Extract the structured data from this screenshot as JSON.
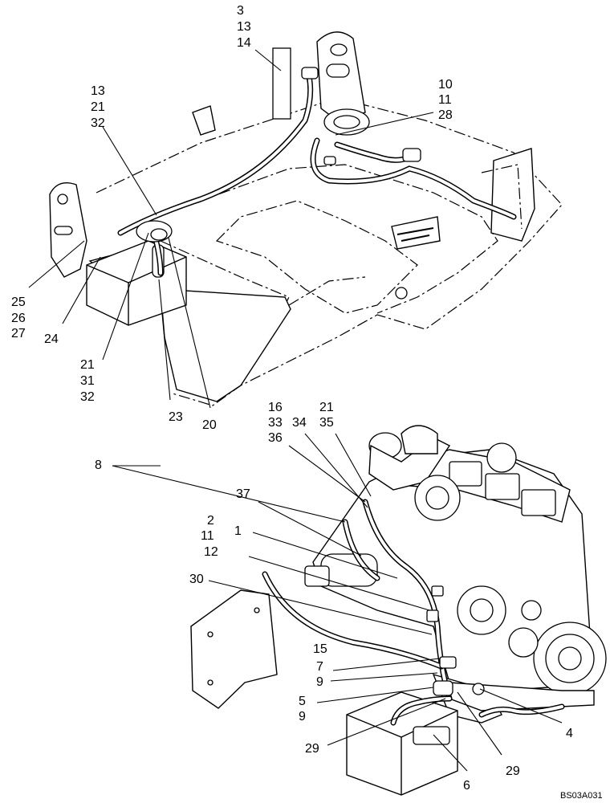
{
  "callouts": {
    "top": [
      "3",
      "13",
      "14",
      "10",
      "11",
      "28",
      "13",
      "21",
      "32",
      "25",
      "26",
      "27",
      "24",
      "21",
      "31",
      "32",
      "23",
      "20"
    ],
    "bottom": [
      "16",
      "33",
      "36",
      "34",
      "21",
      "35",
      "8",
      "37",
      "2",
      "11",
      "1",
      "12",
      "30",
      "15",
      "7",
      "9",
      "5",
      "9",
      "29",
      "29",
      "6",
      "4"
    ]
  },
  "reference": "BS03A031"
}
